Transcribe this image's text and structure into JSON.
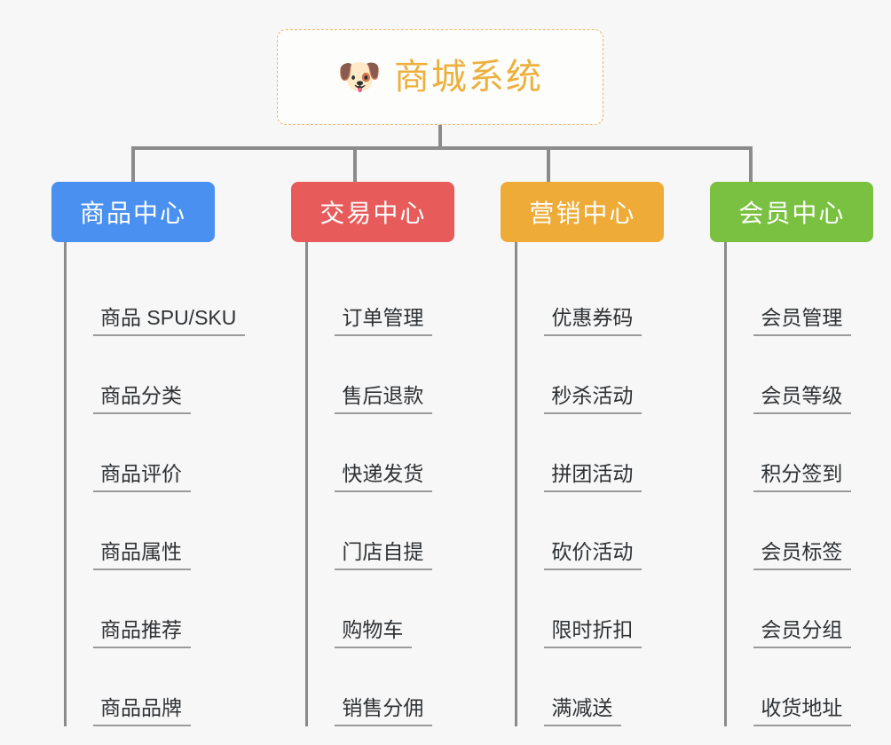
{
  "root": {
    "icon": "shiba-dog-face-emoji",
    "icon_glyph": "🐶",
    "title": "商城系统",
    "border_color": "#e8b964",
    "text_color": "#edb03c"
  },
  "colors": {
    "background": "#f7f7f7",
    "connector": "#8b8b8b",
    "leaf_text": "#2f3235",
    "leaf_underline": "#9a9a9a",
    "goods": "#4a90f0",
    "trade": "#e75b5b",
    "marketing": "#eeab38",
    "member": "#7ac142"
  },
  "columns": [
    {
      "key": "goods",
      "header": "商品中心",
      "color": "#4a90f0",
      "items": [
        "商品 SPU/SKU",
        "商品分类",
        "商品评价",
        "商品属性",
        "商品推荐",
        "商品品牌"
      ]
    },
    {
      "key": "trade",
      "header": "交易中心",
      "color": "#e75b5b",
      "items": [
        "订单管理",
        "售后退款",
        "快递发货",
        "门店自提",
        "购物车",
        "销售分佣"
      ]
    },
    {
      "key": "marketing",
      "header": "营销中心",
      "color": "#eeab38",
      "items": [
        "优惠券码",
        "秒杀活动",
        "拼团活动",
        "砍价活动",
        "限时折扣",
        "满减送"
      ]
    },
    {
      "key": "member",
      "header": "会员中心",
      "color": "#7ac142",
      "items": [
        "会员管理",
        "会员等级",
        "积分签到",
        "会员标签",
        "会员分组",
        "收货地址"
      ]
    }
  ]
}
